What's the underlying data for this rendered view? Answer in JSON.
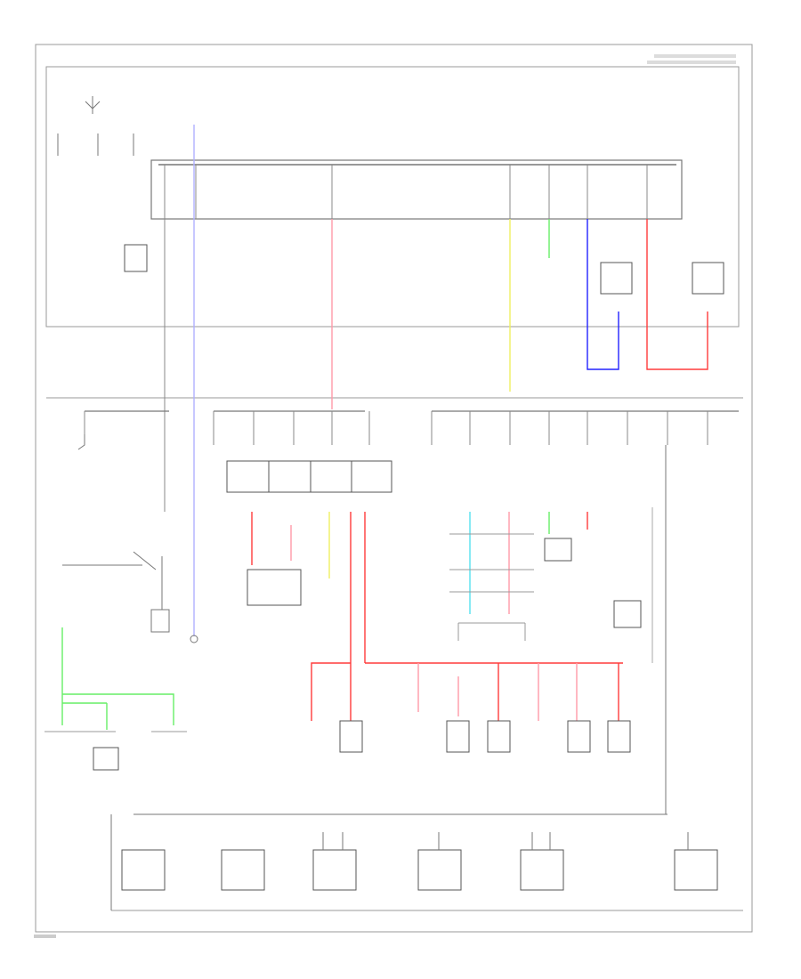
{
  "diagram": {
    "footer_code": "",
    "colors": {
      "background": "#ffffff",
      "frame": "#9a9a9a",
      "ground_wire": "#555555",
      "blue_wire": "#2222ff",
      "light_blue_wire": "#b0b0ff",
      "red_wire": "#ff3b3b",
      "pink_wire": "#ff9aa8",
      "yellow_wire": "#f0f060",
      "green_wire": "#66ee66",
      "cyan_wire": "#55e0f0"
    },
    "wire_colors_shown": [
      "blue",
      "light-blue",
      "red",
      "pink",
      "yellow",
      "green",
      "cyan"
    ],
    "components_blocks": 22,
    "text_legible": false
  }
}
